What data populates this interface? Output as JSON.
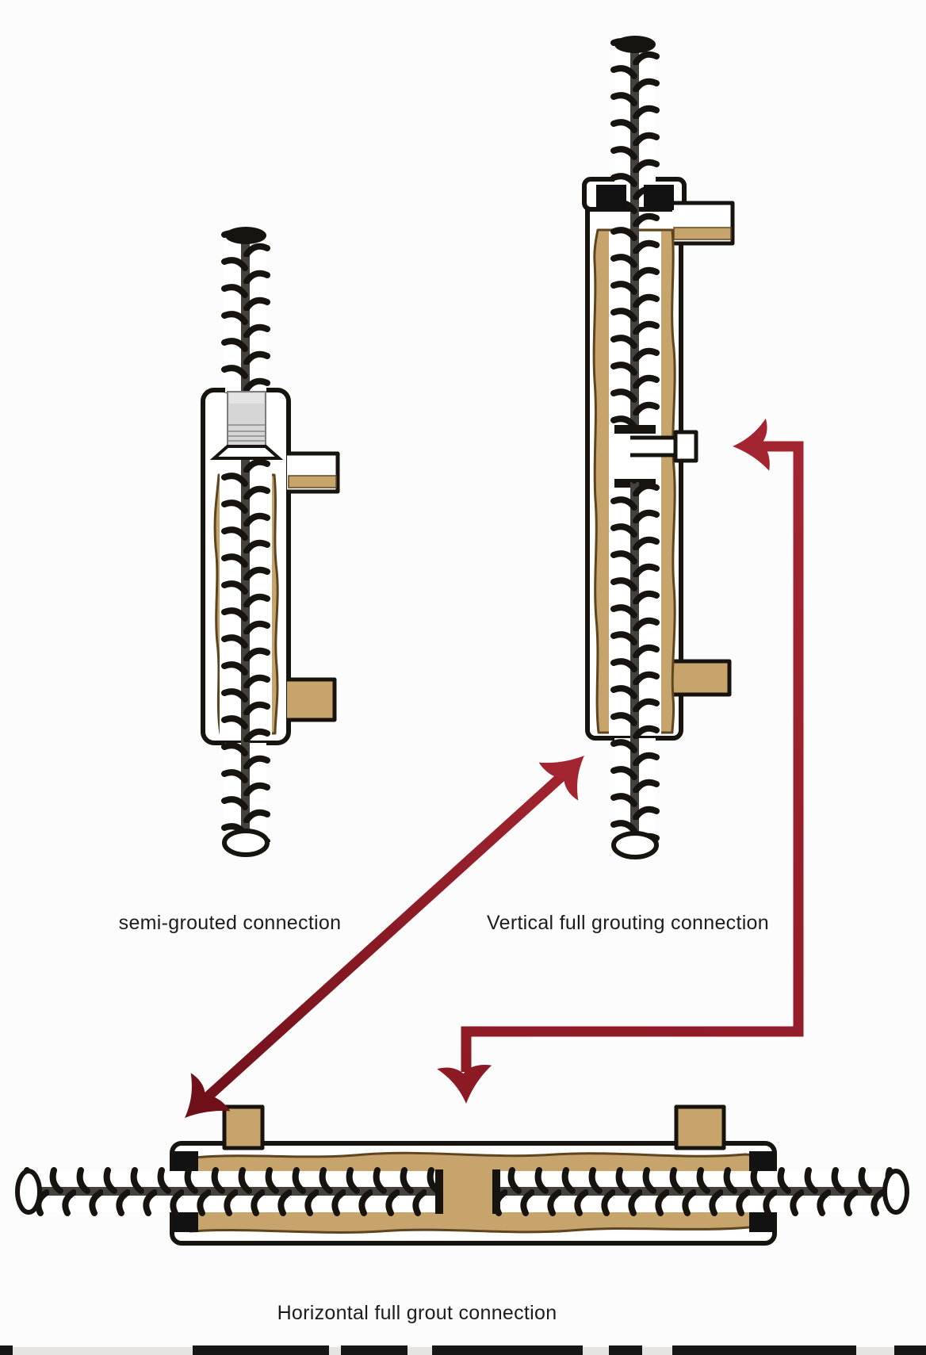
{
  "labels": {
    "semi_grouted": "semi-grouted connection",
    "vertical_full_grouting": "Vertical full grouting connection",
    "horizontal_full_grout": "Horizontal full grout connection"
  },
  "colors": {
    "background": "#fcfcfc",
    "outline": "#17140f",
    "sleeve_fill": "#ffffff",
    "grout": "#c8a46d",
    "grout_edge": "#5d4520",
    "rebar_core": "#45423d",
    "thread_gray": "#d6d6d6",
    "seal": "#121212",
    "arrow": "#8c1a24",
    "arrow_dark": "#6f1019",
    "arrow_bright": "#a32531",
    "label_text": "#1c1c1c"
  }
}
